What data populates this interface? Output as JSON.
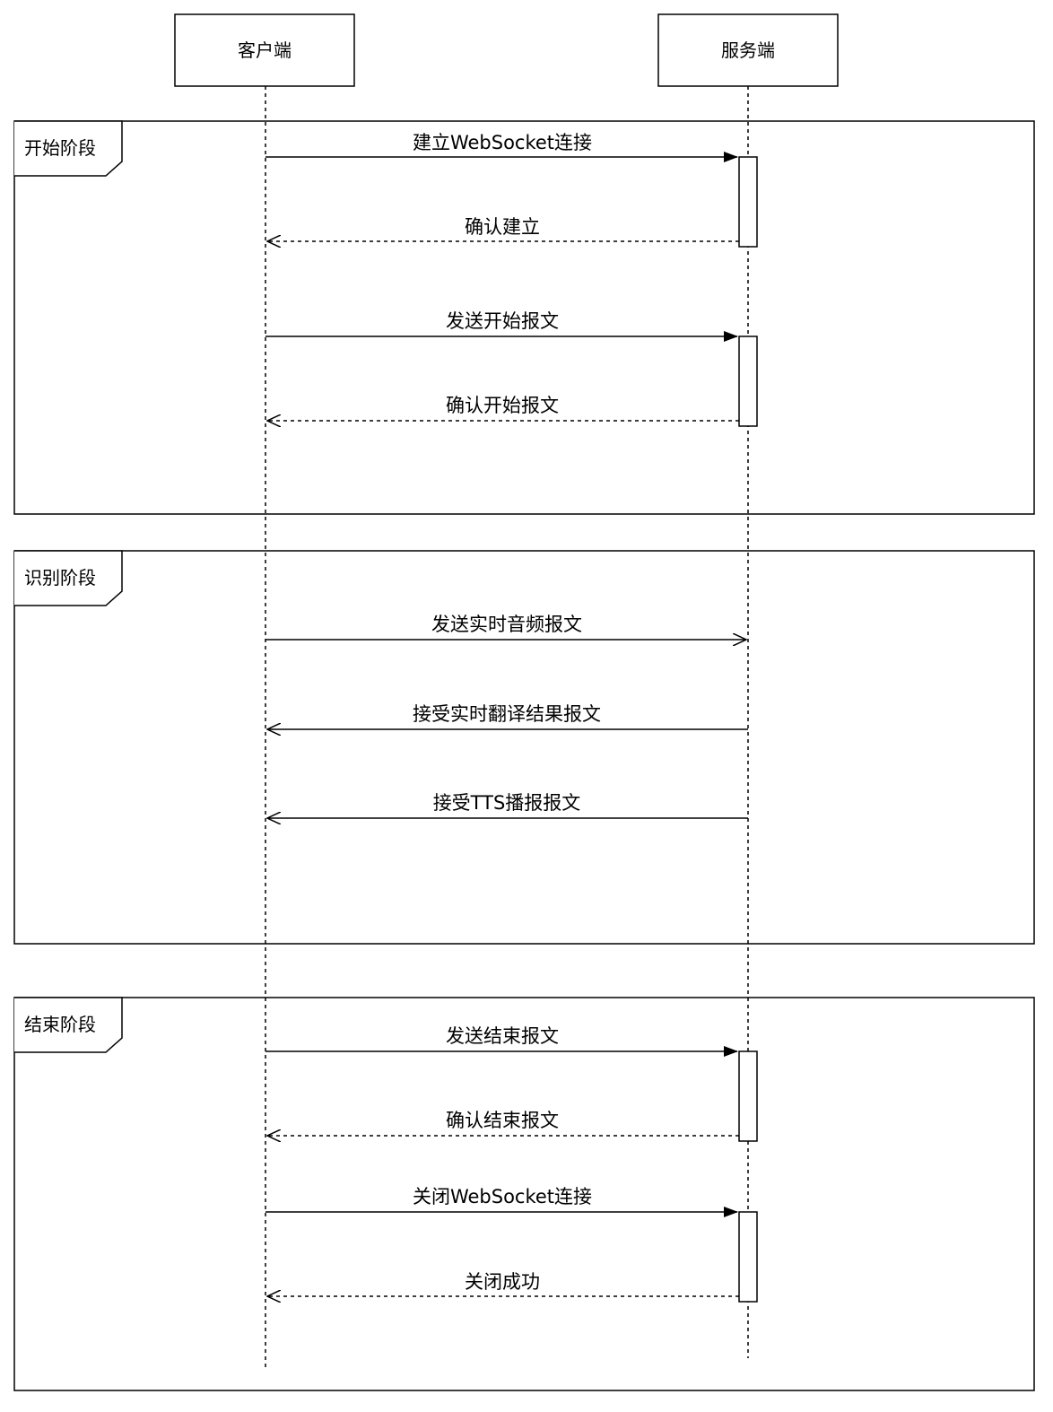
{
  "participants": {
    "client": "客户端",
    "server": "服务端"
  },
  "frames": [
    {
      "label": "开始阶段"
    },
    {
      "label": "识别阶段"
    },
    {
      "label": "结束阶段"
    }
  ],
  "messages": [
    {
      "label": "建立WebSocket连接",
      "from": "client",
      "to": "server",
      "kind": "sync"
    },
    {
      "label": "确认建立",
      "from": "server",
      "to": "client",
      "kind": "return"
    },
    {
      "label": "发送开始报文",
      "from": "client",
      "to": "server",
      "kind": "sync"
    },
    {
      "label": "确认开始报文",
      "from": "server",
      "to": "client",
      "kind": "return"
    },
    {
      "label": "发送实时音频报文",
      "from": "client",
      "to": "server",
      "kind": "async"
    },
    {
      "label": "接受实时翻译结果报文",
      "from": "server",
      "to": "client",
      "kind": "async"
    },
    {
      "label": "接受TTS播报报文",
      "from": "server",
      "to": "client",
      "kind": "async"
    },
    {
      "label": "发送结束报文",
      "from": "client",
      "to": "server",
      "kind": "sync"
    },
    {
      "label": "确认结束报文",
      "from": "server",
      "to": "client",
      "kind": "return"
    },
    {
      "label": "关闭WebSocket连接",
      "from": "client",
      "to": "server",
      "kind": "sync"
    },
    {
      "label": "关闭成功",
      "from": "server",
      "to": "client",
      "kind": "return"
    }
  ],
  "colors": {
    "stroke": "#000000",
    "background": "#ffffff"
  }
}
